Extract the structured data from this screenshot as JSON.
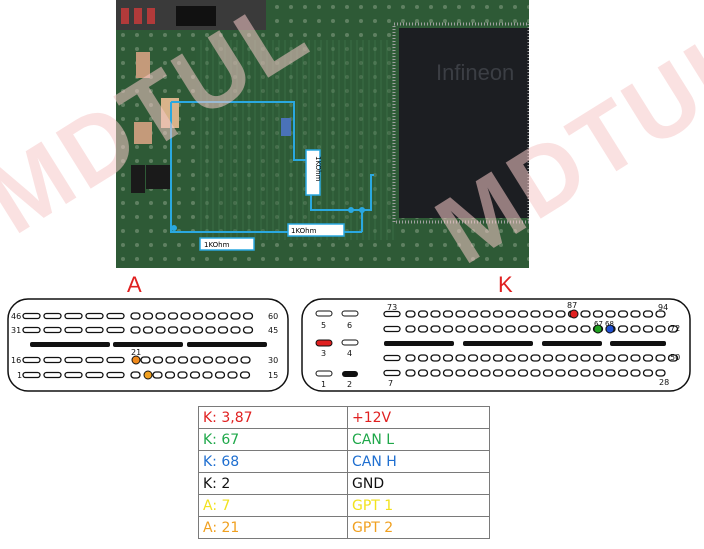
{
  "watermark": "MDTUL",
  "pcb": {
    "resistor_labels": [
      "1KOhm",
      "1KOhm",
      "1KOhm"
    ],
    "chip_marking": "Infineon"
  },
  "connector_a": {
    "label": "A",
    "pin_numbers": [
      "46",
      "60",
      "31",
      "45",
      "16",
      "30",
      "1",
      "15",
      "21"
    ],
    "highlights": [
      {
        "pin": "21",
        "color": "#f08a1c"
      },
      {
        "pin": "7",
        "color": "#f0a020"
      }
    ]
  },
  "connector_k": {
    "label": "K",
    "pin_numbers": [
      "73",
      "87",
      "94",
      "5",
      "6",
      "67",
      "68",
      "72",
      "3",
      "4",
      "50",
      "1",
      "2",
      "7",
      "28"
    ],
    "highlights": [
      {
        "pin": "87",
        "color": "#e02020"
      },
      {
        "pin": "67",
        "color": "#20a020"
      },
      {
        "pin": "68",
        "color": "#2050d0"
      },
      {
        "pin": "3",
        "color": "#e02020"
      },
      {
        "pin": "2",
        "color": "#111111"
      }
    ]
  },
  "pin_table": {
    "rows": [
      {
        "pin": "K: 3,87",
        "signal": "+12V",
        "pin_color": "#e02020",
        "signal_color": "#e02020"
      },
      {
        "pin": "K: 67",
        "signal": "CAN L",
        "pin_color": "#1fa84a",
        "signal_color": "#1fa84a"
      },
      {
        "pin": "K: 68",
        "signal": "CAN H",
        "pin_color": "#1f6fd0",
        "signal_color": "#1f6fd0"
      },
      {
        "pin": "K: 2",
        "signal": "GND",
        "pin_color": "#111111",
        "signal_color": "#111111"
      },
      {
        "pin": "A: 7",
        "signal": "GPT 1",
        "pin_color": "#f2e21e",
        "signal_color": "#f2e21e"
      },
      {
        "pin": "A: 21",
        "signal": "GPT 2",
        "pin_color": "#f0a020",
        "signal_color": "#f0a020"
      }
    ]
  }
}
